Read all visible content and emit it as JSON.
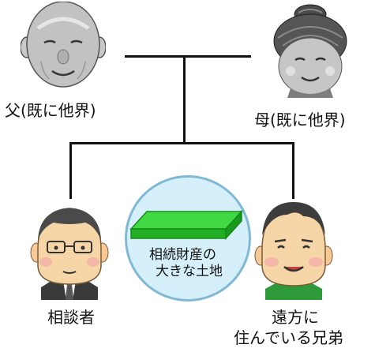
{
  "family": {
    "father": {
      "label": "父(既に他界)"
    },
    "mother": {
      "label": "母(既に他界)"
    },
    "consultant": {
      "label": "相談者"
    },
    "brother": {
      "label_line1": "遠方に",
      "label_line2": "住んでいる兄弟"
    }
  },
  "asset": {
    "label_line1": "相続財産の",
    "label_line2": "大きな土地"
  },
  "colors": {
    "line": "#111111",
    "circle_fill": "#d6f0fb",
    "circle_border": "#7fb9d6",
    "land_green": "#2fc832",
    "skin": "#f6d6a6",
    "elder_gray": "#b9b9b9",
    "hair_dark": "#3d3d3d"
  }
}
